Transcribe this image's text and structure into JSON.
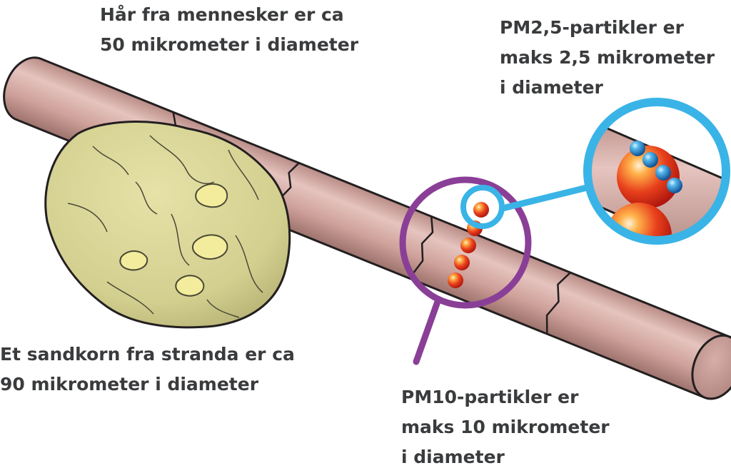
{
  "labels": {
    "hair": "Hår fra mennesker er ca\n50 mikrometer i diameter",
    "pm25": "PM2,5-partikler er\nmaks 2,5 mikrometer\ni diameter",
    "sand": "Et sandkorn fra stranda er ca\n90 mikrometer i diameter",
    "pm10": "PM10-partikler er\nmaks 10 mikrometer\ni diameter"
  },
  "colors": {
    "text": "#3a3b3d",
    "hair_fill": "#cfa29b",
    "hair_shade": "#a97e78",
    "outline": "#231f20",
    "sand_fill": "#d8d496",
    "sand_shade": "#b9b679",
    "pm10_ring": "#8a3f97",
    "pm25_ring": "#3ab4e6",
    "pm10_particle": "#e8401c",
    "pm25_particle": "#1f7fc4"
  }
}
